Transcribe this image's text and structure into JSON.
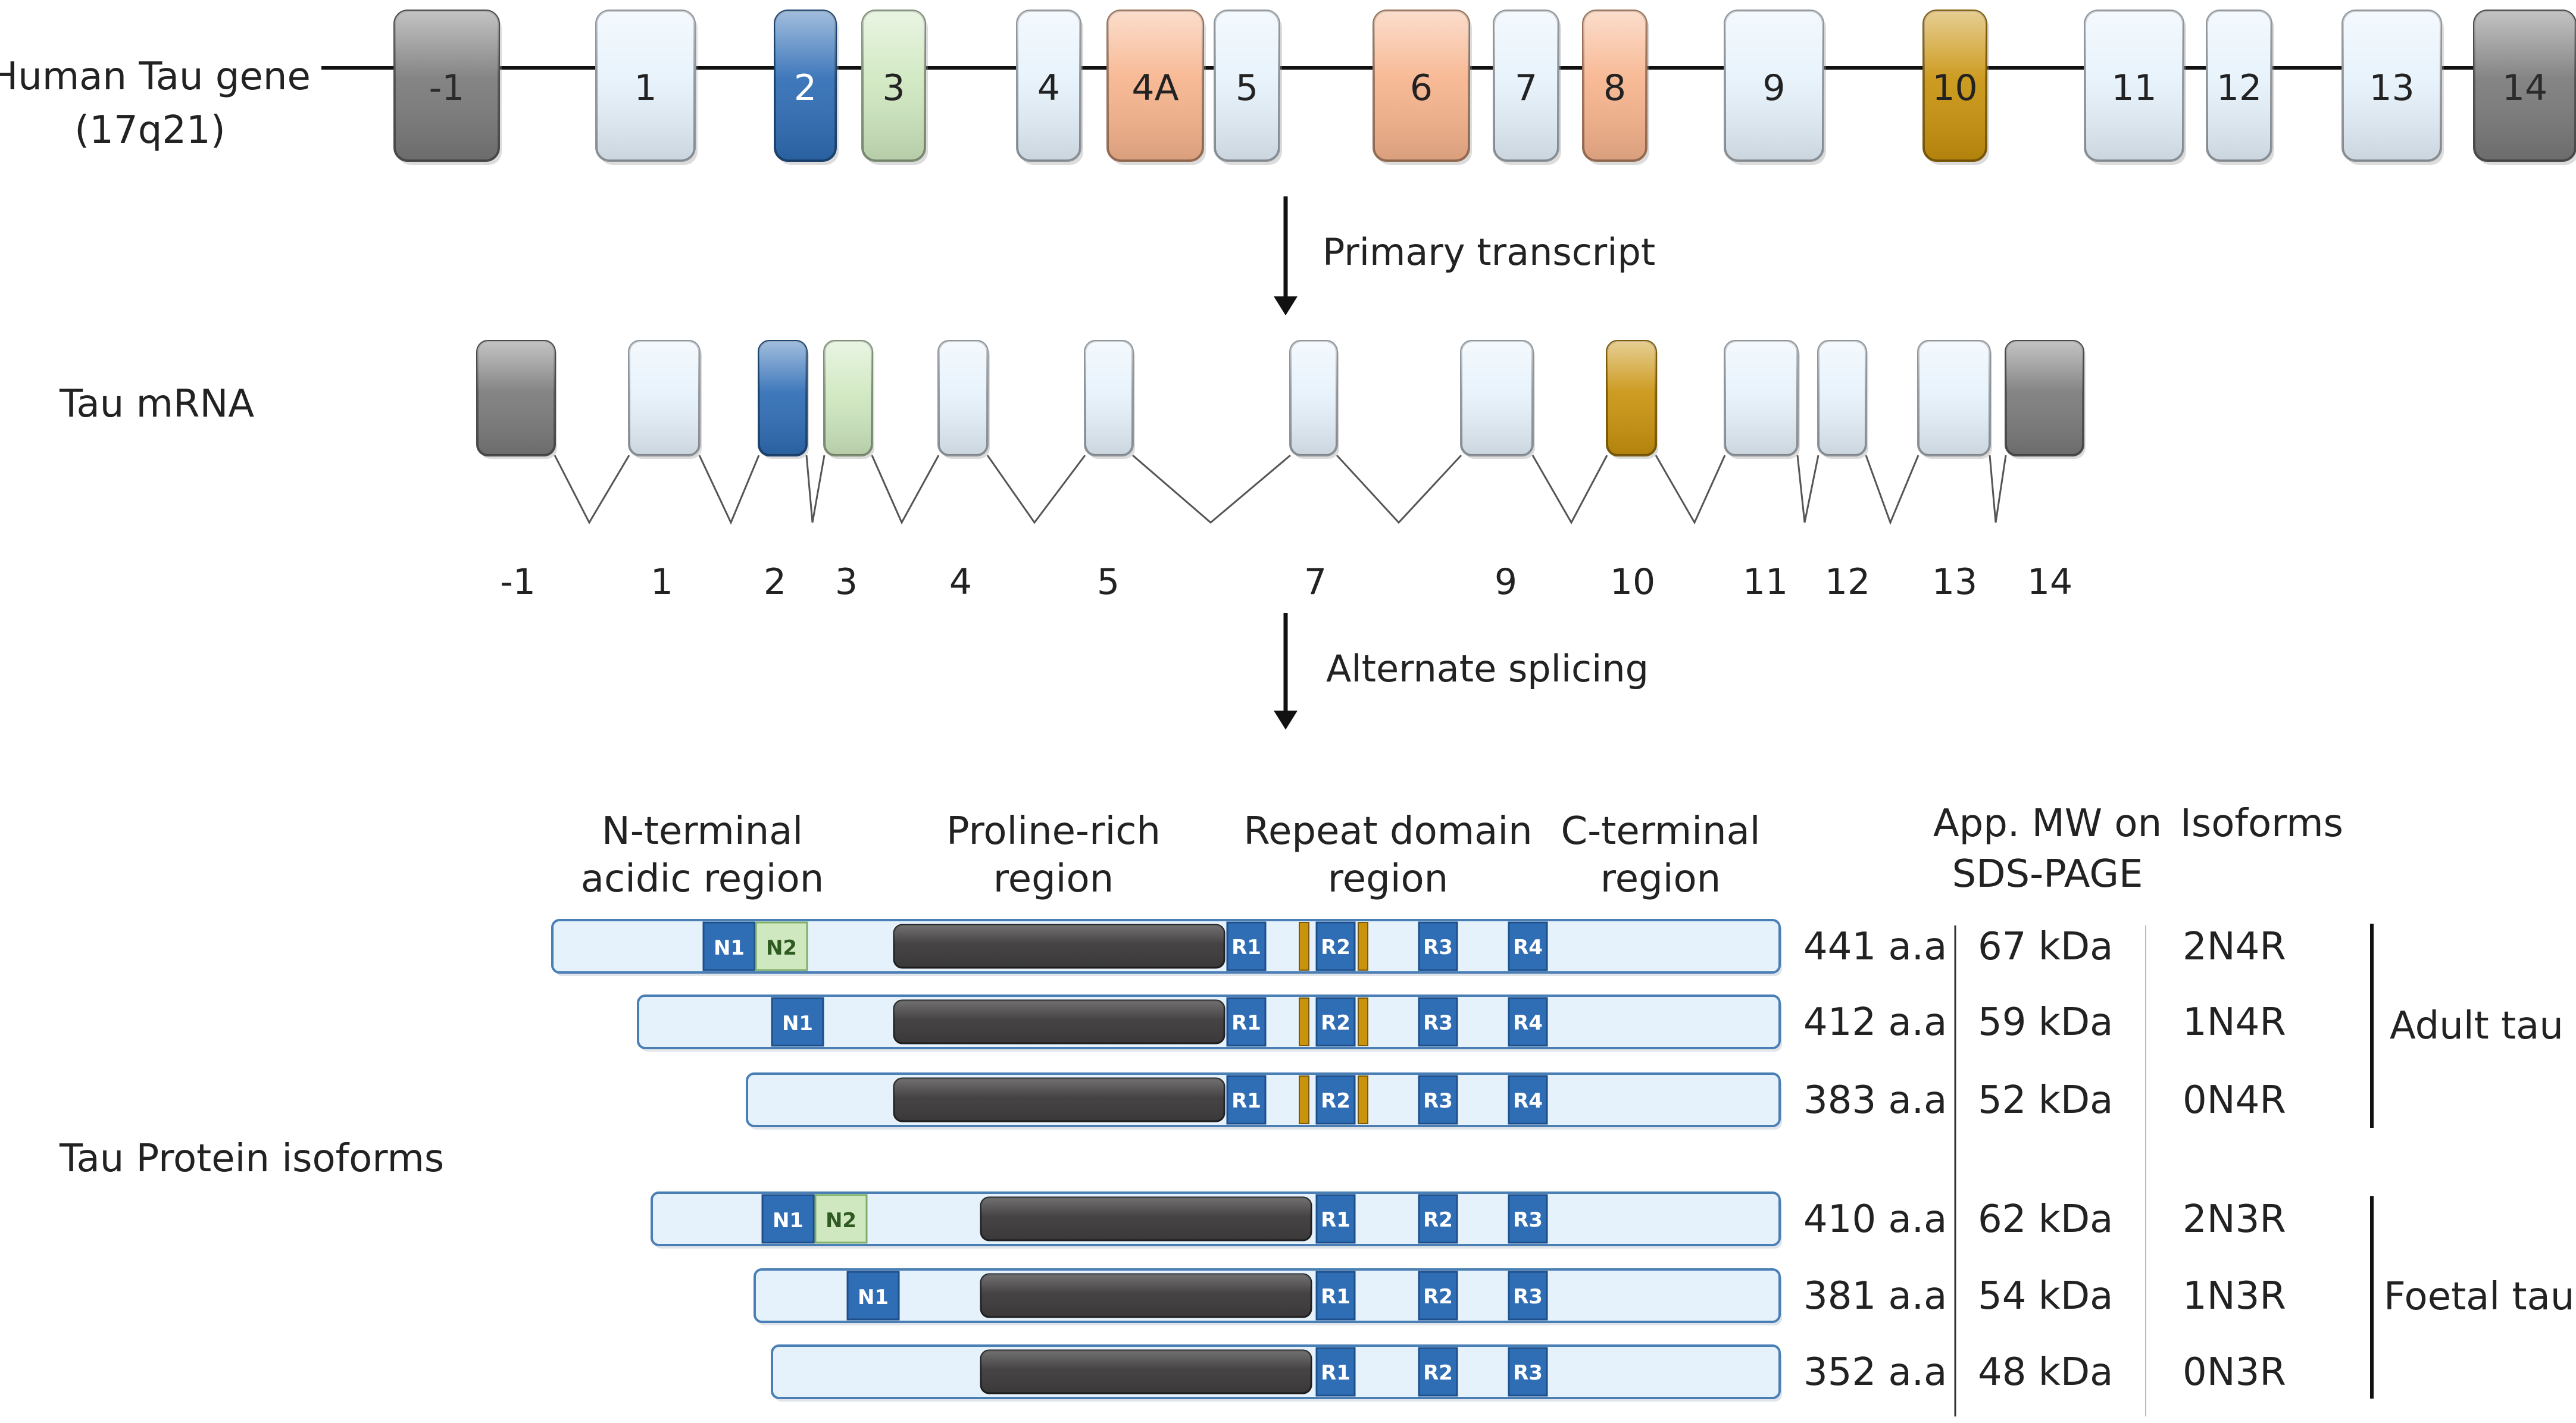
{
  "gene": {
    "label_line1": "Human Tau gene",
    "label_line2": "(17q21)",
    "exons": [
      {
        "label": "-1",
        "color": "#7a7a7a"
      },
      {
        "label": "1",
        "color": "#e6f2fb"
      },
      {
        "label": "2",
        "color": "#2f6db5"
      },
      {
        "label": "3",
        "color": "#cfe8c0"
      },
      {
        "label": "4",
        "color": "#e6f2fb"
      },
      {
        "label": "4A",
        "color": "#f7b48d"
      },
      {
        "label": "5",
        "color": "#e6f2fb"
      },
      {
        "label": "6",
        "color": "#f7b48d"
      },
      {
        "label": "7",
        "color": "#e6f2fb"
      },
      {
        "label": "8",
        "color": "#f7b48d"
      },
      {
        "label": "9",
        "color": "#e6f2fb"
      },
      {
        "label": "10",
        "color": "#c9930e"
      },
      {
        "label": "11",
        "color": "#e6f2fb"
      },
      {
        "label": "12",
        "color": "#e6f2fb"
      },
      {
        "label": "13",
        "color": "#e6f2fb"
      },
      {
        "label": "14",
        "color": "#7a7a7a"
      }
    ]
  },
  "arrows": {
    "primary": "Primary transcript",
    "splicing": "Alternate splicing"
  },
  "mrna": {
    "label": "Tau mRNA",
    "exons": [
      {
        "label": "-1",
        "color": "#7a7a7a"
      },
      {
        "label": "1",
        "color": "#e6f2fb"
      },
      {
        "label": "2",
        "color": "#2f6db5"
      },
      {
        "label": "3",
        "color": "#cfe8c0"
      },
      {
        "label": "4",
        "color": "#e6f2fb"
      },
      {
        "label": "5",
        "color": "#e6f2fb"
      },
      {
        "label": "7",
        "color": "#e6f2fb"
      },
      {
        "label": "9",
        "color": "#e6f2fb"
      },
      {
        "label": "10",
        "color": "#c9930e"
      },
      {
        "label": "11",
        "color": "#e6f2fb"
      },
      {
        "label": "12",
        "color": "#e6f2fb"
      },
      {
        "label": "13",
        "color": "#e6f2fb"
      },
      {
        "label": "14",
        "color": "#7a7a7a"
      }
    ]
  },
  "protein": {
    "title": "Tau Protein isoforms",
    "headers": {
      "n_terminal_1": "N-terminal",
      "n_terminal_2": "acidic region",
      "proline_1": "Proline-rich",
      "proline_2": "region",
      "repeat_1": "Repeat domain",
      "repeat_2": "region",
      "c_terminal_1": "C-terminal",
      "c_terminal_2": "region",
      "mw_1": "App. MW on",
      "mw_2": "SDS-PAGE",
      "isoforms": "Isoforms"
    },
    "isoforms": [
      {
        "length": "441 a.a",
        "mw": "67 kDa",
        "name": "2N4R",
        "inserts": [
          "N1",
          "N2"
        ],
        "repeats": [
          "R1",
          "R2",
          "R3",
          "R4"
        ]
      },
      {
        "length": "412 a.a",
        "mw": "59 kDa",
        "name": "1N4R",
        "inserts": [
          "N1"
        ],
        "repeats": [
          "R1",
          "R2",
          "R3",
          "R4"
        ]
      },
      {
        "length": "383 a.a",
        "mw": "52 kDa",
        "name": "0N4R",
        "inserts": [],
        "repeats": [
          "R1",
          "R2",
          "R3",
          "R4"
        ]
      },
      {
        "length": "410 a.a",
        "mw": "62 kDa",
        "name": "2N3R",
        "inserts": [
          "N1",
          "N2"
        ],
        "repeats": [
          "R1",
          "R2",
          "R3"
        ]
      },
      {
        "length": "381 a.a",
        "mw": "54 kDa",
        "name": "1N3R",
        "inserts": [
          "N1"
        ],
        "repeats": [
          "R1",
          "R2",
          "R3"
        ]
      },
      {
        "length": "352 a.a",
        "mw": "48 kDa",
        "name": "0N3R",
        "inserts": [],
        "repeats": [
          "R1",
          "R2",
          "R3"
        ]
      }
    ],
    "groups": {
      "adult": "Adult tau",
      "foetal": "Foetal tau"
    }
  },
  "colors": {
    "bar_fill": "#e6f2fb",
    "bar_stroke": "#4a7fb5",
    "proline": "#3d3b3c",
    "repeat": "#2f6db5",
    "insert_n1": "#2f6db5",
    "insert_n2": "#cfe8c0",
    "exon10_marker": "#c9930e"
  }
}
